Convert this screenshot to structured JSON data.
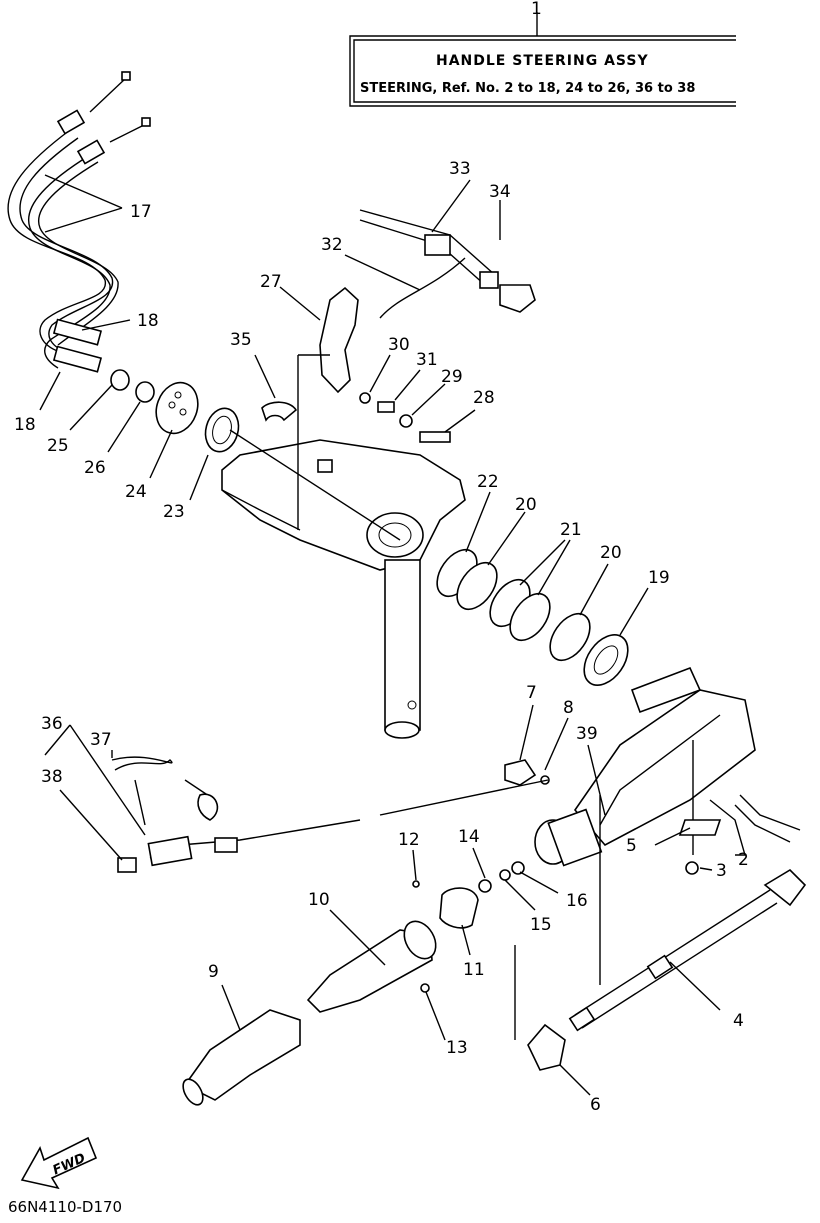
{
  "title_box": {
    "ref": "1",
    "title": "HANDLE STEERING ASSY",
    "subtitle": "STEERING, Ref. No. 2 to 18, 24 to 26, 36 to 38"
  },
  "callouts": {
    "c2": "2",
    "c3": "3",
    "c4": "4",
    "c5": "5",
    "c6": "6",
    "c7": "7",
    "c8": "8",
    "c9": "9",
    "c10": "10",
    "c11": "11",
    "c12": "12",
    "c13": "13",
    "c14": "14",
    "c15": "15",
    "c16": "16",
    "c17": "17",
    "c18a": "18",
    "c18b": "18",
    "c19": "19",
    "c20a": "20",
    "c20b": "20",
    "c21": "21",
    "c22": "22",
    "c23": "23",
    "c24": "24",
    "c25": "25",
    "c26": "26",
    "c27": "27",
    "c28": "28",
    "c29": "29",
    "c30": "30",
    "c31": "31",
    "c32": "32",
    "c33": "33",
    "c34": "34",
    "c35": "35",
    "c36": "36",
    "c37": "37",
    "c38": "38",
    "c39": "39"
  },
  "fwd_arrow": {
    "label": "FWD",
    "icon": "fwd-arrow-icon"
  },
  "diagram_code": "66N4110-D170"
}
